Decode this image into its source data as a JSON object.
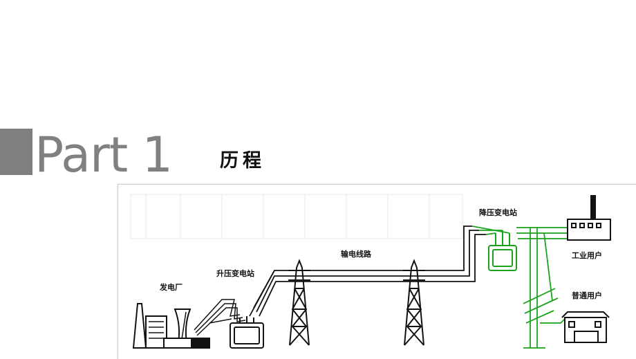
{
  "slide": {
    "part_title": "Part 1",
    "subtitle": "历程"
  },
  "diagram": {
    "labels": {
      "power_plant": "发电厂",
      "step_up_substation": "升压变电站",
      "transmission_line": "输电线路",
      "step_down_substation": "降压变电站",
      "industrial_user": "工业用户",
      "ordinary_user": "普通用户"
    }
  },
  "colors": {
    "accent": "#7f7f7f",
    "title": "#808080",
    "distribution": "#1aa31a",
    "line": "#111111"
  }
}
